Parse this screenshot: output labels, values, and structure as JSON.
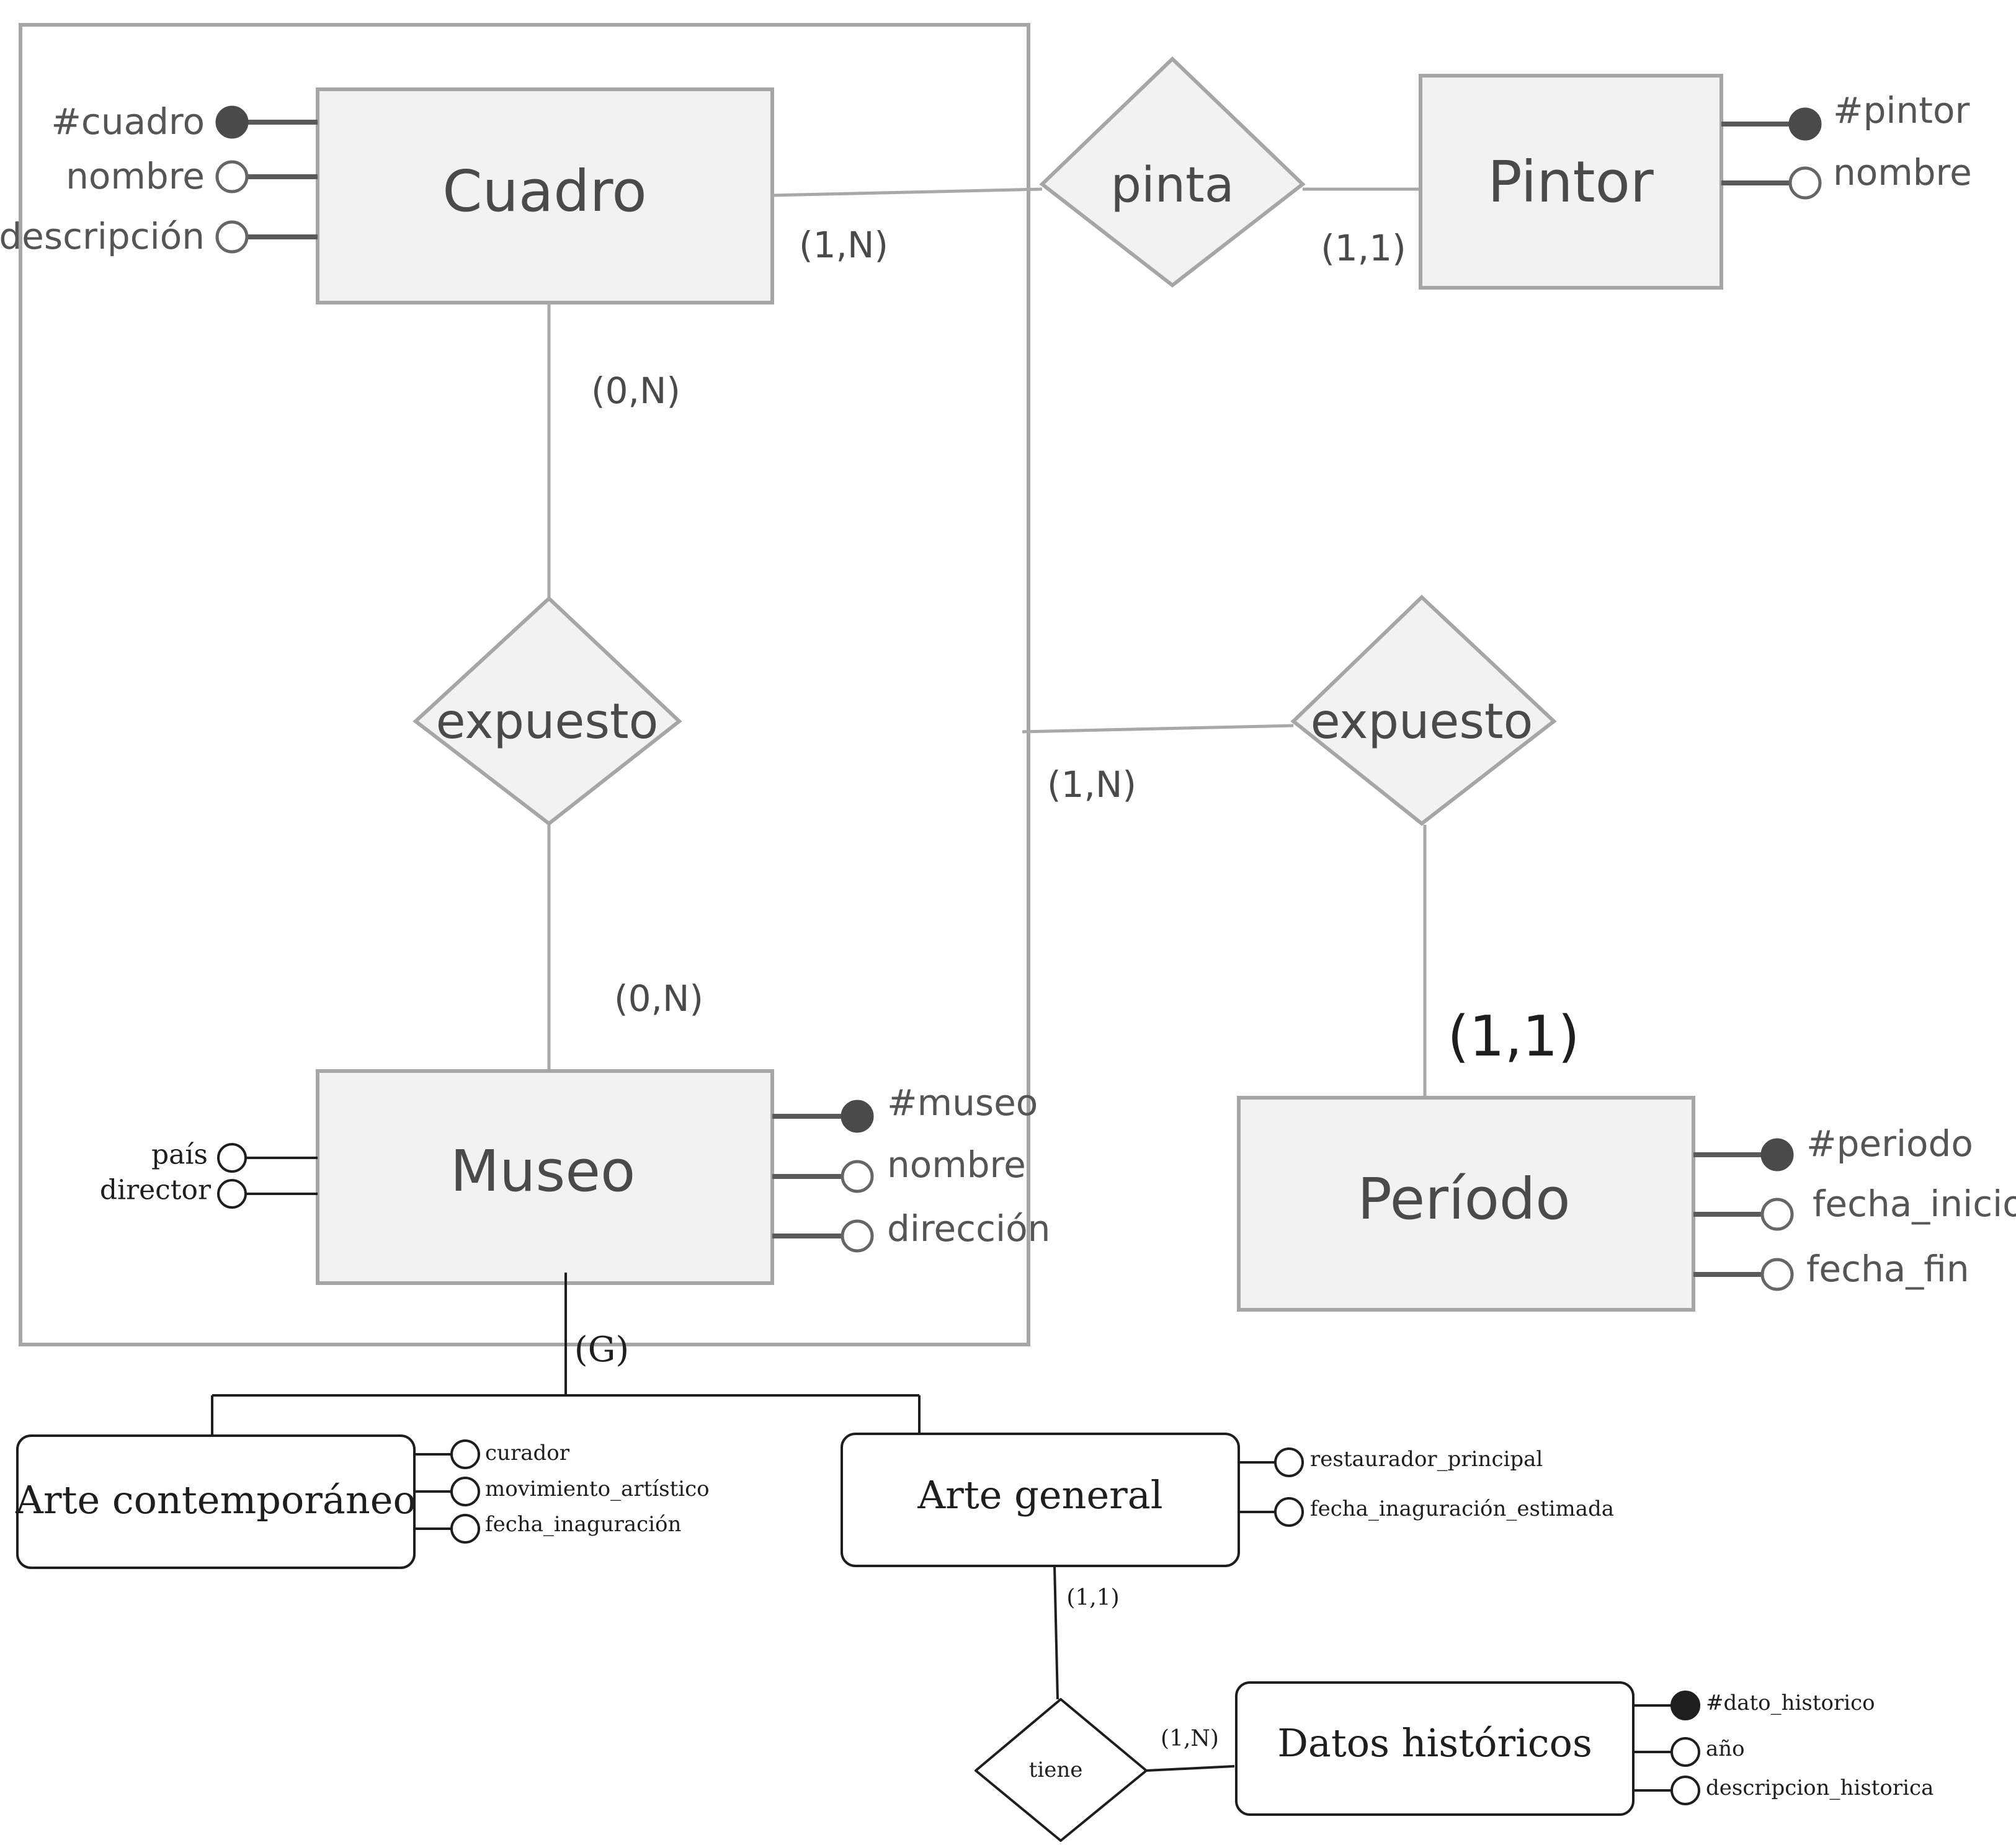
{
  "entities": {
    "cuadro": {
      "label": "Cuadro",
      "attributes": [
        "#cuadro",
        "nombre",
        "descripción"
      ]
    },
    "pintor": {
      "label": "Pintor",
      "attributes": [
        "#pintor",
        "nombre"
      ]
    },
    "museo": {
      "label": "Museo",
      "attributes_right": [
        "#museo",
        "nombre",
        "dirección"
      ],
      "attributes_left": [
        "país",
        "director"
      ]
    },
    "periodo": {
      "label": "Período",
      "attributes": [
        "#periodo",
        "fecha_inicio",
        "fecha_fin"
      ]
    },
    "arte_contemporaneo": {
      "label": "Arte contemporáneo",
      "attributes": [
        "curador",
        "movimiento_artístico",
        "fecha_inaguración"
      ]
    },
    "arte_general": {
      "label": "Arte general",
      "attributes": [
        "restaurador_principal",
        "fecha_inaguración_estimada"
      ]
    },
    "datos_historicos": {
      "label": "Datos históricos",
      "attributes": [
        "#dato_historico",
        "año",
        "descripcion_historica"
      ]
    }
  },
  "relationships": {
    "pinta": {
      "label": "pinta",
      "card_left": "(1,N)",
      "card_right": "(1,1)"
    },
    "expuesto_inner": {
      "label": "expuesto",
      "card_top": "(0,N)",
      "card_bottom": "(0,N)"
    },
    "expuesto_outer": {
      "label": "expuesto",
      "card_left": "(1,N)",
      "card_bottom": "(1,1)"
    },
    "tiene": {
      "label": "tiene",
      "card_top": "(1,1)",
      "card_right": "(1,N)"
    }
  },
  "generalization": {
    "label": "(G)"
  }
}
